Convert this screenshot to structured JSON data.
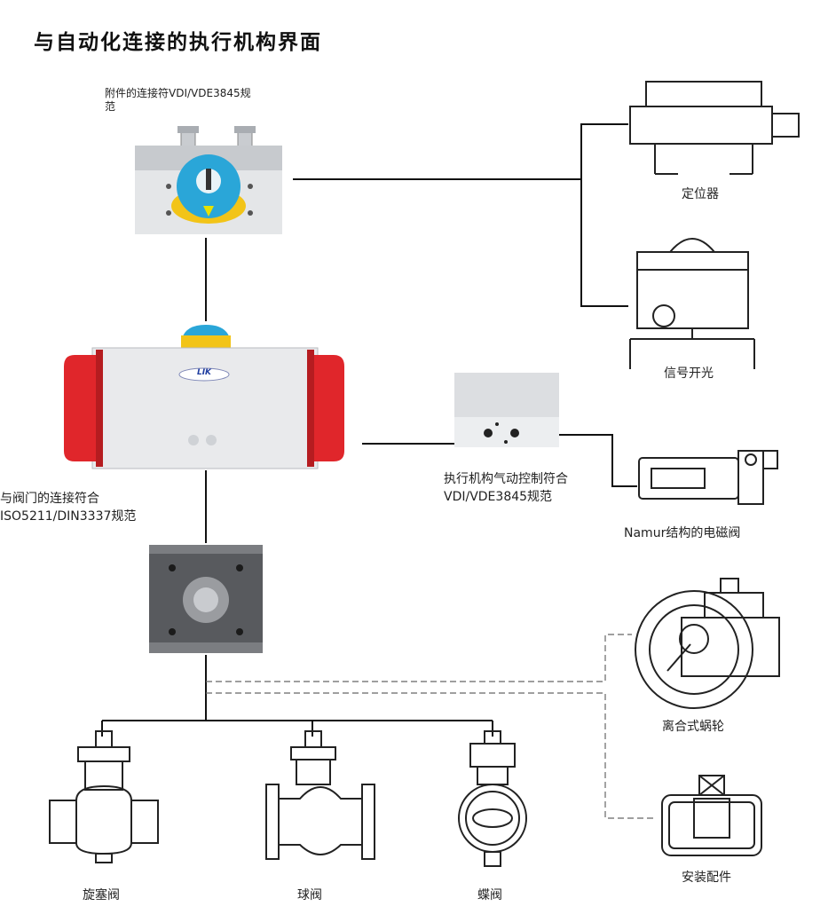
{
  "title": "与自动化连接的执行机构界面",
  "brand": "LIK",
  "labels": {
    "top_connector_line1": "附件的连接符VDI/VDE3845规",
    "top_connector_line2": "范",
    "positioner": "定位器",
    "signal_switch": "信号开光",
    "pneumatic_line1": "执行机构气动控制符合",
    "pneumatic_line2": "VDI/VDE3845规范",
    "solenoid": "Namur结构的电磁阀",
    "valve_conn_line1": "与阀门的连接符合",
    "valve_conn_line2": "ISO5211/DIN3337规范",
    "worm_gear": "离合式蜗轮",
    "mounting": "安装配件",
    "plug_valve": "旋塞阀",
    "ball_valve": "球阀",
    "butterfly_valve": "蝶阀"
  },
  "colors": {
    "actuator_red": "#e0262b",
    "indicator_blue": "#2aa6d8",
    "indicator_yellow": "#f2c418",
    "body_gray": "#e9eaec",
    "flange_gray": "#585a5e"
  }
}
